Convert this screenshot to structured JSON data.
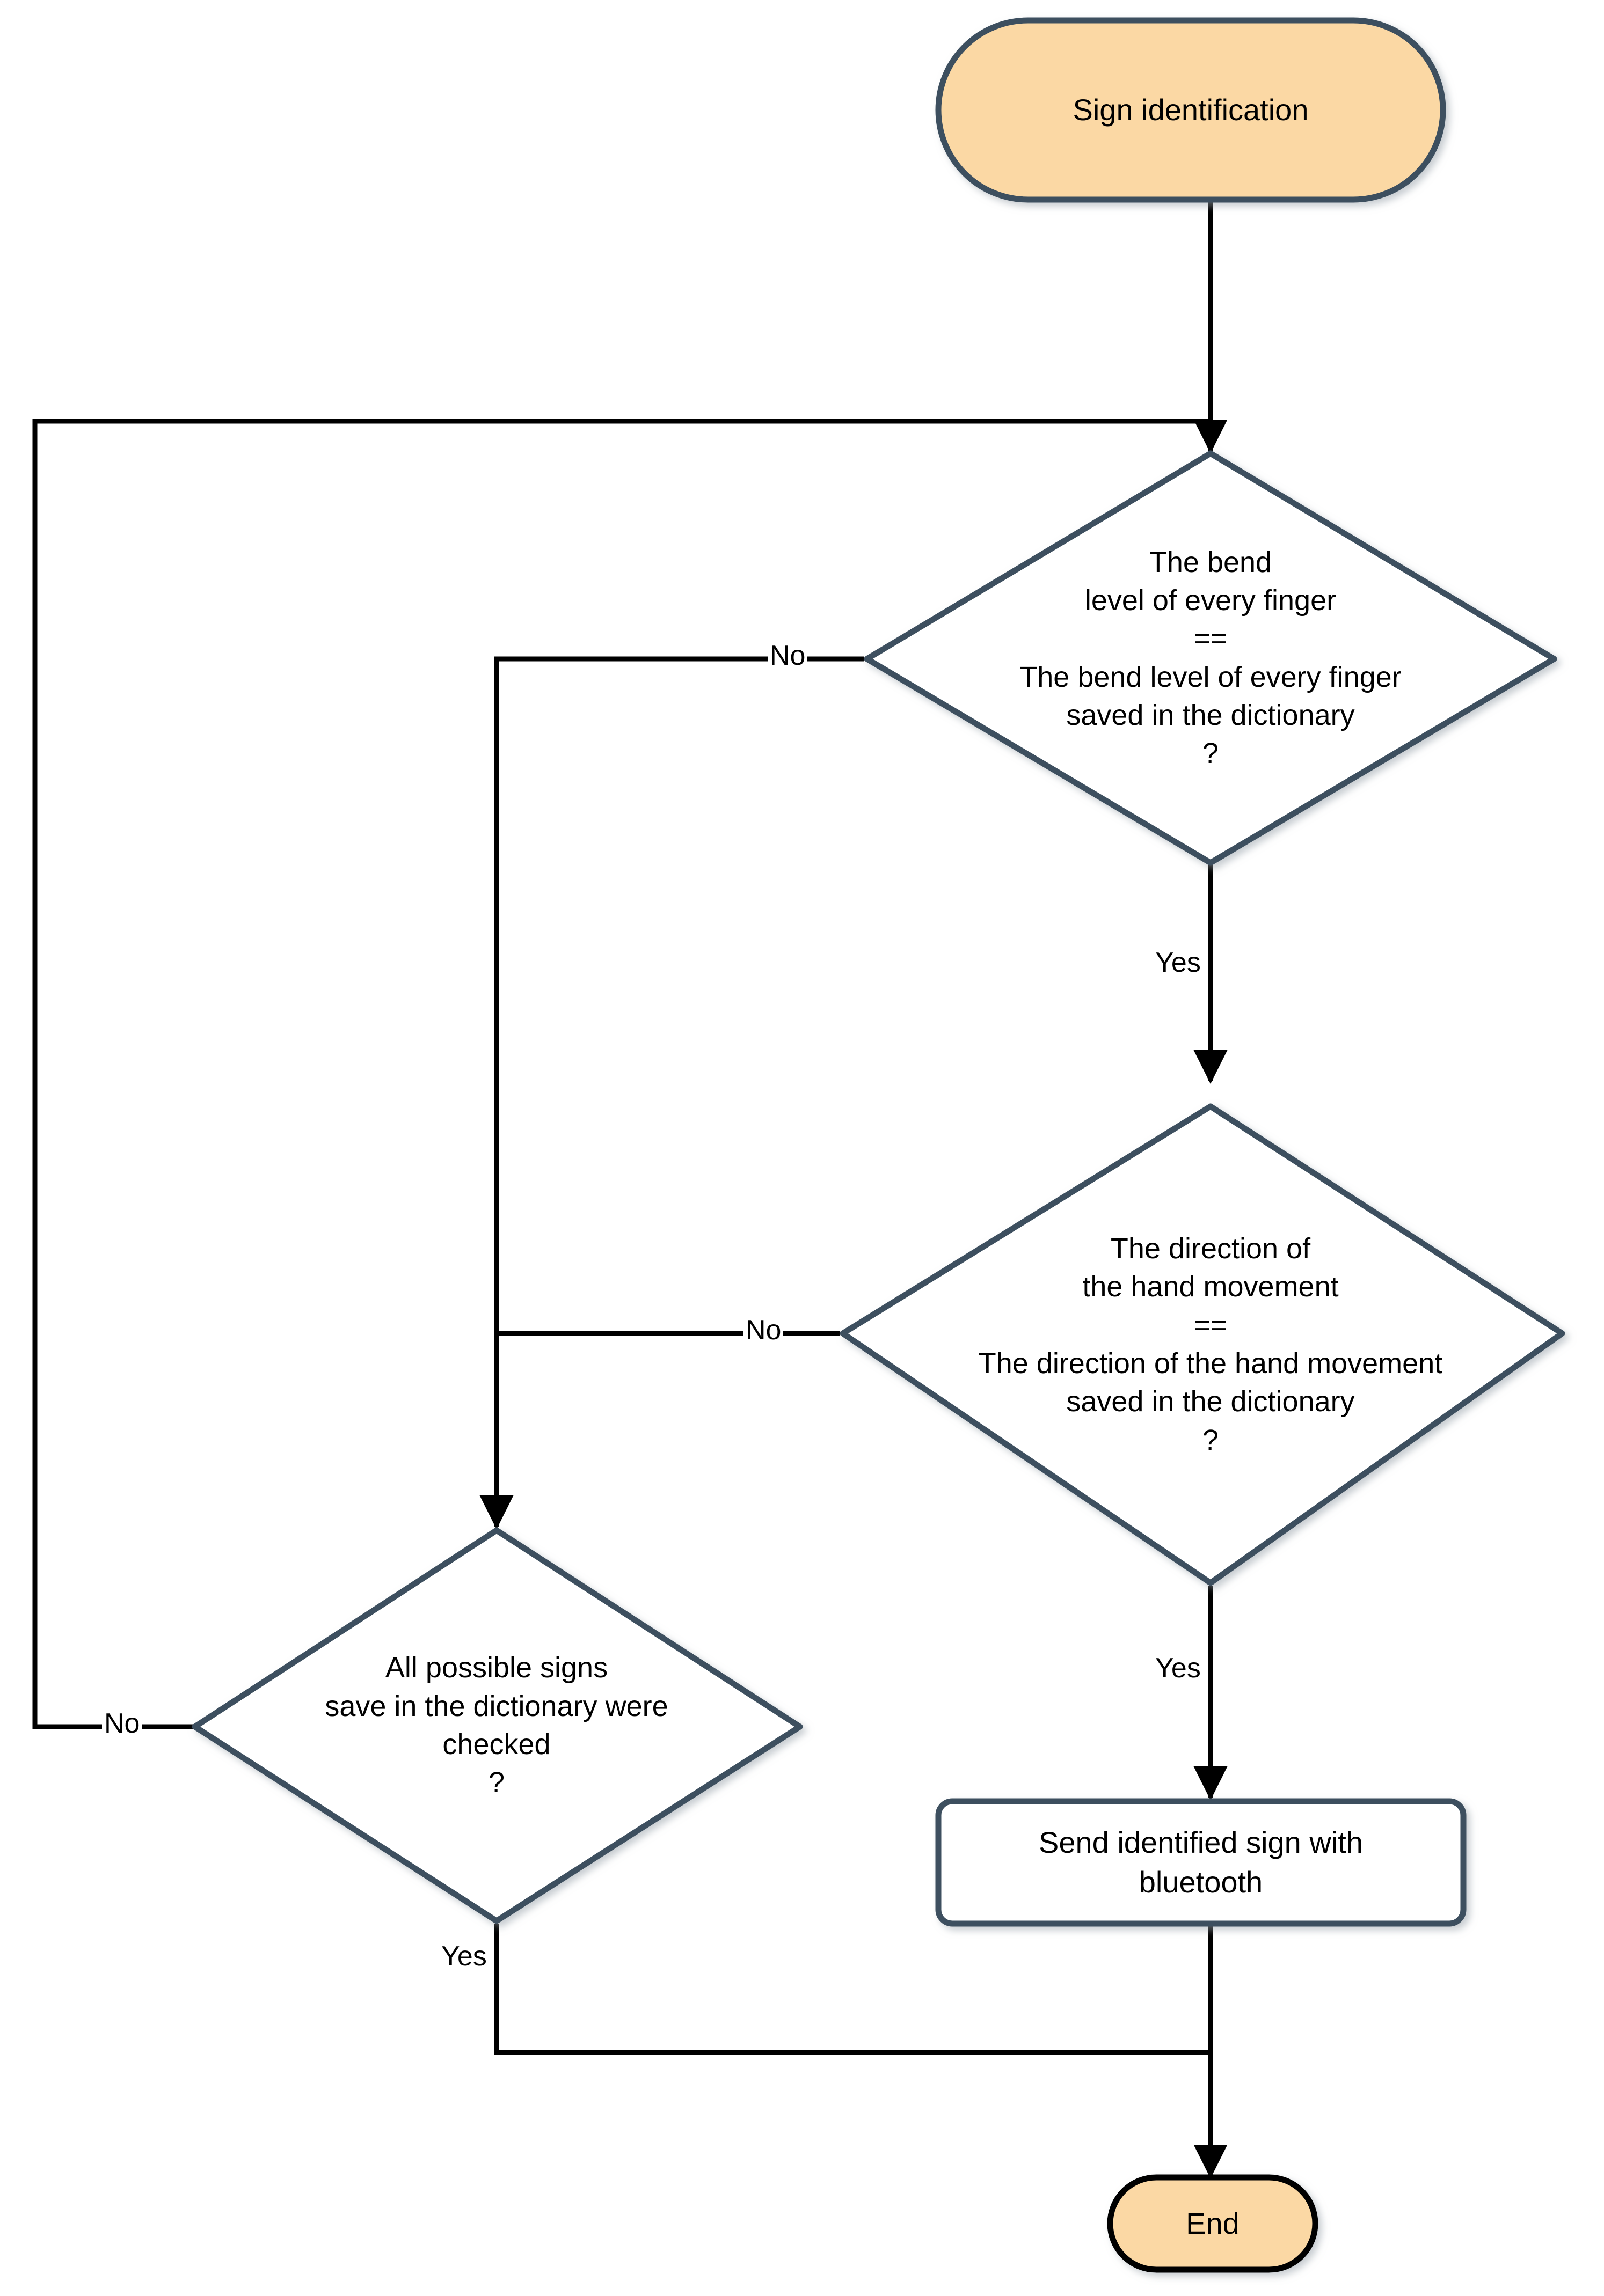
{
  "diagram": {
    "type": "flowchart",
    "title": "Sign identification",
    "background_color": "#ffffff",
    "palette": {
      "terminal_fill": "#fbd8a4",
      "terminal_stroke_start": "#3d4f5e",
      "terminal_stroke_end": "#000000",
      "decision_fill": "#ffffff",
      "decision_stroke": "#3d4f5e",
      "process_fill": "#ffffff",
      "process_stroke": "#3d4f5e",
      "connector_color": "#000000",
      "text_color": "#000000"
    },
    "nodes": [
      {
        "id": "start",
        "shape": "terminal",
        "label": "Sign identification"
      },
      {
        "id": "decision_bend",
        "shape": "decision",
        "label": "The bend\nlevel of every finger\n==\nThe bend level of every finger\nsaved in the dictionary\n?"
      },
      {
        "id": "decision_direction",
        "shape": "decision",
        "label": "The direction of\nthe hand movement\n==\nThe direction of the hand movement\nsaved in the dictionary\n?"
      },
      {
        "id": "decision_allchecked",
        "shape": "decision",
        "label": "All possible signs\nsave in the dictionary were\nchecked\n?"
      },
      {
        "id": "process_send",
        "shape": "process",
        "label": "Send identified sign with\nbluetooth"
      },
      {
        "id": "end",
        "shape": "terminal",
        "label": "End"
      }
    ],
    "edges": [
      {
        "id": "e_start_bend",
        "from": "start",
        "to": "decision_bend",
        "label": ""
      },
      {
        "id": "e_bend_no",
        "from": "decision_bend",
        "to": "decision_allchecked",
        "label": "No"
      },
      {
        "id": "e_bend_yes",
        "from": "decision_bend",
        "to": "decision_direction",
        "label": "Yes"
      },
      {
        "id": "e_direction_no",
        "from": "decision_direction",
        "to": "decision_allchecked",
        "label": "No"
      },
      {
        "id": "e_direction_yes",
        "from": "decision_direction",
        "to": "process_send",
        "label": "Yes"
      },
      {
        "id": "e_allchecked_no",
        "from": "decision_allchecked",
        "to": "decision_bend",
        "label": "No"
      },
      {
        "id": "e_allchecked_yes",
        "from": "decision_allchecked",
        "to": "end",
        "label": "Yes"
      },
      {
        "id": "e_process_end",
        "from": "process_send",
        "to": "end",
        "label": ""
      }
    ],
    "edge_labels": {
      "bend_no": "No",
      "bend_yes": "Yes",
      "direction_no": "No",
      "direction_yes": "Yes",
      "allchecked_no": "No",
      "allchecked_yes": "Yes"
    }
  }
}
